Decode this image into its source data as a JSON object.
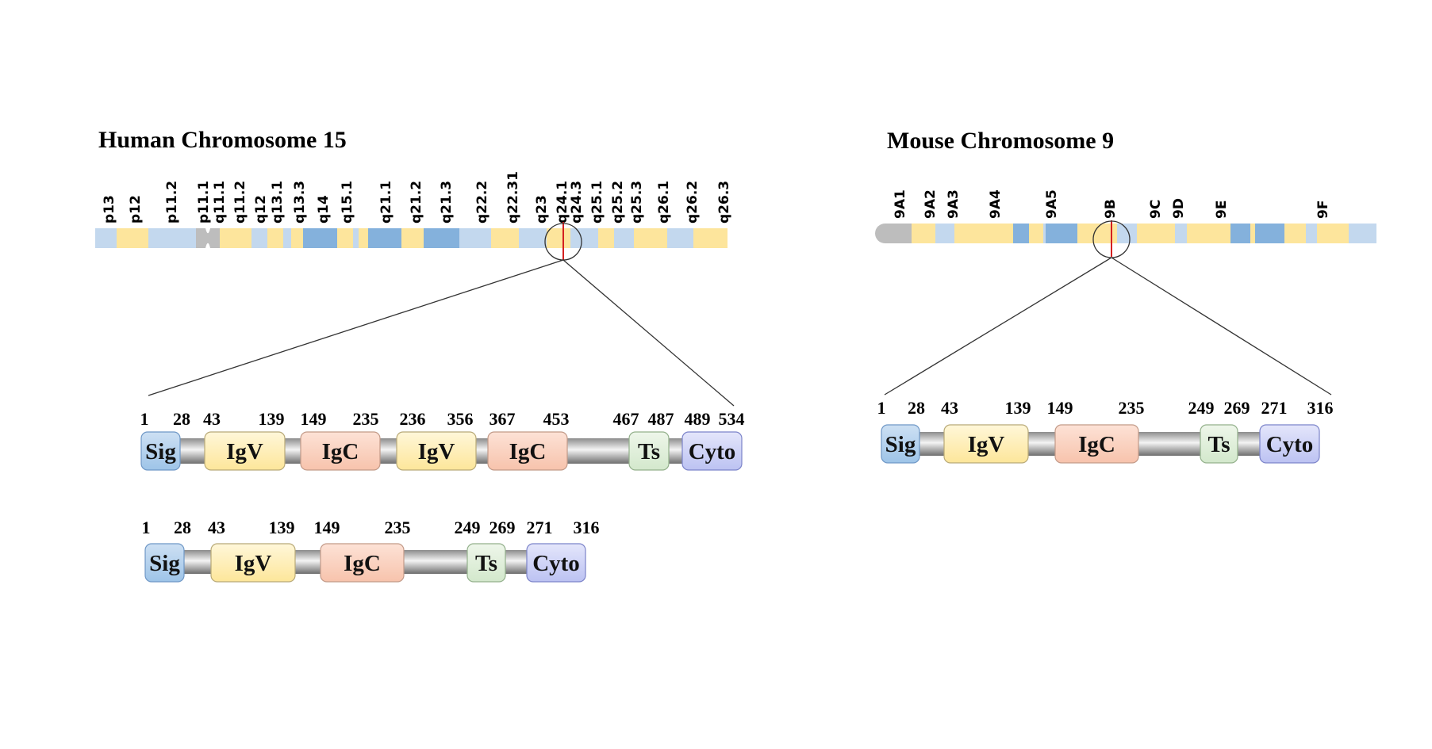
{
  "colors": {
    "light_blue": "#c3d8ee",
    "yellow": "#fde59c",
    "mid_blue": "#84b1dc",
    "centromere": "#bdbdbd",
    "marker_line": "#d42020",
    "connector": "#333333"
  },
  "domain_styles": {
    "Sig": {
      "top": "#cde0f3",
      "bottom": "#9ec4e8",
      "stroke": "#6e97c6"
    },
    "IgV": {
      "top": "#fff7d9",
      "bottom": "#fde69a",
      "stroke": "#b8a977"
    },
    "IgC": {
      "top": "#fde2d6",
      "bottom": "#f7c3ac",
      "stroke": "#c29a88"
    },
    "Ts": {
      "top": "#eef6ea",
      "bottom": "#d3e8cc",
      "stroke": "#93b08b"
    },
    "Cyto": {
      "top": "#e4e6fb",
      "bottom": "#bcc2f2",
      "stroke": "#7b83c9"
    }
  },
  "human": {
    "title": "Human Chromosome 15",
    "band_labels": [
      "p13",
      "p12",
      "p11.2",
      "p11.1",
      "q11.1",
      "q11.2",
      "q12",
      "q13.1",
      "q13.3",
      "q14",
      "q15.1",
      "q21.1",
      "q21.2",
      "q21.3",
      "q22.2",
      "q22.31",
      "q23",
      "q24.1",
      "q24.3",
      "q25.1",
      "q25.2",
      "q25.3",
      "q26.1",
      "q26.2",
      "q26.3"
    ],
    "ideogram_segments": [
      {
        "c": "light_blue",
        "w": 27
      },
      {
        "c": "yellow",
        "w": 40
      },
      {
        "c": "light_blue",
        "w": 60
      },
      {
        "c": "centromere",
        "w": 30
      },
      {
        "c": "yellow",
        "w": 40
      },
      {
        "c": "light_blue",
        "w": 20
      },
      {
        "c": "yellow",
        "w": 20
      },
      {
        "c": "light_blue",
        "w": 10
      },
      {
        "c": "yellow",
        "w": 15
      },
      {
        "c": "mid_blue",
        "w": 43
      },
      {
        "c": "yellow",
        "w": 20
      },
      {
        "c": "light_blue",
        "w": 7
      },
      {
        "c": "yellow",
        "w": 12
      },
      {
        "c": "mid_blue",
        "w": 42
      },
      {
        "c": "yellow",
        "w": 28
      },
      {
        "c": "mid_blue",
        "w": 45
      },
      {
        "c": "light_blue",
        "w": 40
      },
      {
        "c": "yellow",
        "w": 35
      },
      {
        "c": "light_blue",
        "w": 35
      },
      {
        "c": "yellow",
        "w": 30
      },
      {
        "c": "light_blue",
        "w": 35
      },
      {
        "c": "yellow",
        "w": 20
      },
      {
        "c": "light_blue",
        "w": 25
      },
      {
        "c": "yellow",
        "w": 42
      },
      {
        "c": "light_blue",
        "w": 33
      },
      {
        "c": "yellow",
        "w": 43
      }
    ],
    "isoforms": [
      {
        "domains": [
          {
            "label": "Sig",
            "start": 1,
            "end": 28
          },
          {
            "label": "IgV",
            "start": 43,
            "end": 139
          },
          {
            "label": "IgC",
            "start": 149,
            "end": 235
          },
          {
            "label": "IgV",
            "start": 236,
            "end": 356
          },
          {
            "label": "IgC",
            "start": 367,
            "end": 453
          },
          {
            "label": "Ts",
            "start": 467,
            "end": 487
          },
          {
            "label": "Cyto",
            "start": 489,
            "end": 534
          }
        ],
        "numbers": [
          "1",
          "28",
          "43",
          "139",
          "149",
          "235",
          "236",
          "356",
          "367",
          "453",
          "467",
          "487",
          "489",
          "534"
        ]
      },
      {
        "domains": [
          {
            "label": "Sig",
            "start": 1,
            "end": 28
          },
          {
            "label": "IgV",
            "start": 43,
            "end": 139
          },
          {
            "label": "IgC",
            "start": 149,
            "end": 235
          },
          {
            "label": "Ts",
            "start": 249,
            "end": 269
          },
          {
            "label": "Cyto",
            "start": 271,
            "end": 316
          }
        ],
        "numbers": [
          "1",
          "28",
          "43",
          "139",
          "149",
          "235",
          "249",
          "269",
          "271",
          "316"
        ]
      }
    ]
  },
  "mouse": {
    "title": "Mouse Chromosome 9",
    "band_labels": [
      "9A1",
      "9A2",
      "9A3",
      "9A4",
      "9A5",
      "9B",
      "9C",
      "9D",
      "9E",
      "9F"
    ],
    "ideogram_segments": [
      {
        "c": "centromere",
        "w": 46
      },
      {
        "c": "yellow",
        "w": 30
      },
      {
        "c": "light_blue",
        "w": 24
      },
      {
        "c": "yellow",
        "w": 74
      },
      {
        "c": "mid_blue",
        "w": 20
      },
      {
        "c": "yellow",
        "w": 18
      },
      {
        "c": "light_blue",
        "w": 3
      },
      {
        "c": "mid_blue",
        "w": 40
      },
      {
        "c": "yellow",
        "w": 50
      },
      {
        "c": "light_blue",
        "w": 25
      },
      {
        "c": "yellow",
        "w": 48
      },
      {
        "c": "light_blue",
        "w": 15
      },
      {
        "c": "yellow",
        "w": 55
      },
      {
        "c": "mid_blue",
        "w": 25
      },
      {
        "c": "yellow",
        "w": 6
      },
      {
        "c": "mid_blue",
        "w": 37
      },
      {
        "c": "yellow",
        "w": 27
      },
      {
        "c": "light_blue",
        "w": 14
      },
      {
        "c": "yellow",
        "w": 40
      },
      {
        "c": "light_blue",
        "w": 35
      }
    ],
    "isoforms": [
      {
        "domains": [
          {
            "label": "Sig",
            "start": 1,
            "end": 28
          },
          {
            "label": "IgV",
            "start": 43,
            "end": 139
          },
          {
            "label": "IgC",
            "start": 149,
            "end": 235
          },
          {
            "label": "Ts",
            "start": 249,
            "end": 269
          },
          {
            "label": "Cyto",
            "start": 271,
            "end": 316
          }
        ],
        "numbers": [
          "1",
          "28",
          "43",
          "139",
          "149",
          "235",
          "249",
          "269",
          "271",
          "316"
        ]
      }
    ]
  }
}
